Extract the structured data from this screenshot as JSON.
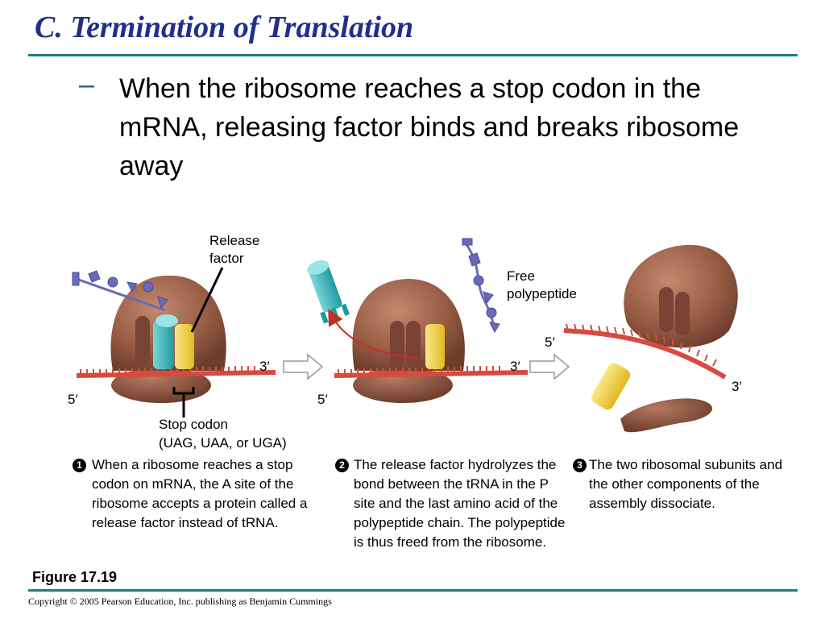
{
  "slide": {
    "title": "C. Termination of Translation",
    "bullet_marker": "–",
    "bullet_text": "When the ribosome reaches a stop codon in the mRNA, releasing factor binds and breaks ribosome away"
  },
  "figure": {
    "labels": {
      "release_factor": "Release factor",
      "stop_codon_line1": "Stop codon",
      "stop_codon_line2": "(UAG, UAA, or UGA)",
      "free_polypeptide": "Free polypeptide"
    },
    "ends": {
      "panel1_5": "5′",
      "panel1_3": "3′",
      "panel2_5": "5′",
      "panel2_3": "3′",
      "panel3_5": "5′",
      "panel3_3": "3′"
    },
    "steps": [
      {
        "num": "1",
        "text": "When a ribosome reaches a stop codon on mRNA, the A site of the ribosome accepts a protein called a release factor instead of tRNA."
      },
      {
        "num": "2",
        "text": "The release factor hydrolyzes the bond between the tRNA in the P site and the last amino acid of the polypeptide chain. The polypeptide is thus freed from the ribosome."
      },
      {
        "num": "3",
        "text": "The two ribosomal subunits and the other components of the assembly dissociate."
      }
    ],
    "caption": "Figure 17.19"
  },
  "footer": {
    "copyright": "Copyright © 2005 Pearson Education, Inc. publishing as Benjamin Cummings"
  },
  "colors": {
    "title": "#1f2f8a",
    "rule": "#1a8080",
    "ribosome": "#9a5e46",
    "mrna": "#d84a40",
    "trna": "#3ab8be",
    "release_factor": "#f0d040",
    "amino_acid": "#6a6ab8"
  }
}
